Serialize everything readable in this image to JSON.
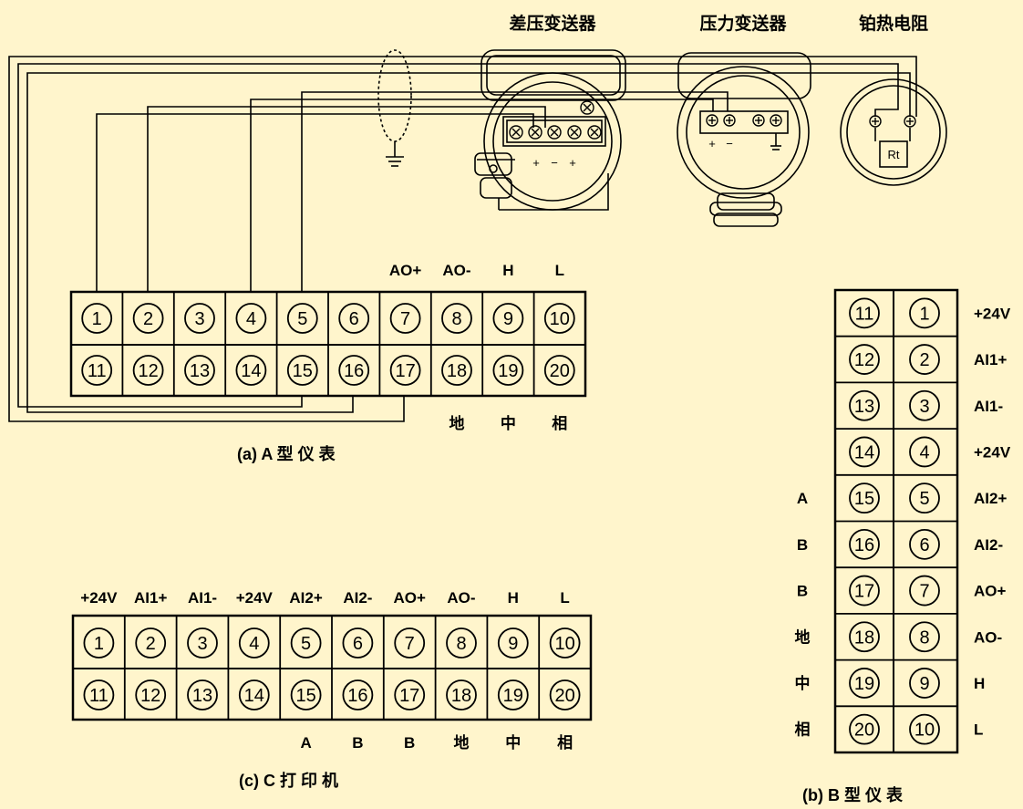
{
  "devices": {
    "dp": "差压变送器",
    "p": "压力变送器",
    "rtd": "铂热电阻",
    "rt": "Rt",
    "plus": "+",
    "minus": "−"
  },
  "panel_a": {
    "caption": "(a)  A 型 仪 表",
    "top_labels": [
      "AO+",
      "AO-",
      "H",
      "L"
    ],
    "bottom_labels": [
      "地",
      "中",
      "相"
    ],
    "row1": [
      "1",
      "2",
      "3",
      "4",
      "5",
      "6",
      "7",
      "8",
      "9",
      "10"
    ],
    "row2": [
      "11",
      "12",
      "13",
      "14",
      "15",
      "16",
      "17",
      "18",
      "19",
      "20"
    ]
  },
  "panel_b": {
    "caption": "(b) B 型 仪 表",
    "left_col": [
      "11",
      "12",
      "13",
      "14",
      "15",
      "16",
      "17",
      "18",
      "19",
      "20"
    ],
    "right_col": [
      "1",
      "2",
      "3",
      "4",
      "5",
      "6",
      "7",
      "8",
      "9",
      "10"
    ],
    "right_labels": [
      "+24V",
      "AI1+",
      "AI1-",
      "+24V",
      "AI2+",
      "AI2-",
      "AO+",
      "AO-",
      "H",
      "L"
    ],
    "left_labels": [
      "A",
      "B",
      "B",
      "地",
      "中",
      "相"
    ]
  },
  "panel_c": {
    "caption": "(c)  C 打 印 机",
    "top_labels": [
      "+24V",
      "AI1+",
      "AI1-",
      "+24V",
      "AI2+",
      "AI2-",
      "AO+",
      "AO-",
      "H",
      "L"
    ],
    "bottom_labels": [
      "A",
      "B",
      "B",
      "地",
      "中",
      "相"
    ],
    "row1": [
      "1",
      "2",
      "3",
      "4",
      "5",
      "6",
      "7",
      "8",
      "9",
      "10"
    ],
    "row2": [
      "11",
      "12",
      "13",
      "14",
      "15",
      "16",
      "17",
      "18",
      "19",
      "20"
    ]
  }
}
